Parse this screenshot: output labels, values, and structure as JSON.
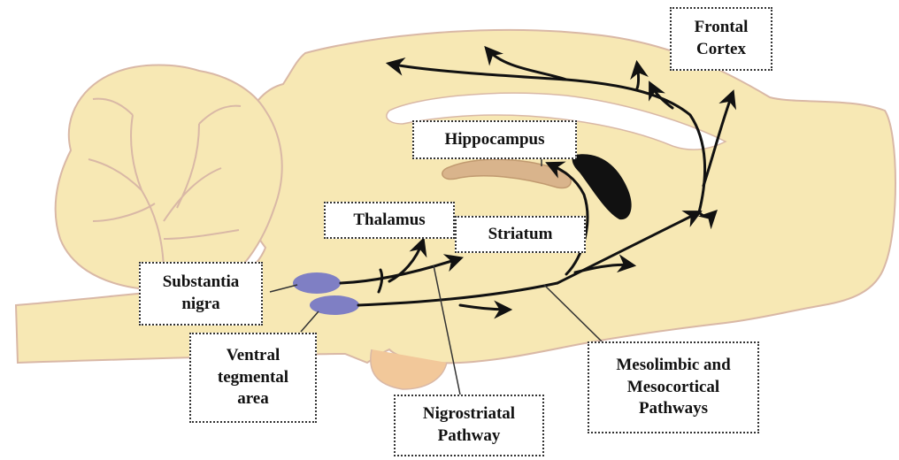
{
  "colors": {
    "brain_fill": "#f7e8b4",
    "brain_outline": "#d9b8a6",
    "pathway": "#111111",
    "nucleus": "#7f7fc4",
    "hippocampus": "#d9b48c",
    "ventricle": "#111111",
    "label_border": "#333333"
  },
  "labels": {
    "frontal_cortex": [
      "Frontal",
      "Cortex"
    ],
    "hippocampus": [
      "Hippocampus"
    ],
    "thalamus": [
      "Thalamus"
    ],
    "striatum": [
      "Striatum"
    ],
    "substantia_nigra": [
      "Substantia",
      "nigra"
    ],
    "ventral_tegmental_area": [
      "Ventral",
      "tegmental",
      "area"
    ],
    "nigrostriatal_pathway": [
      "Nigrostriatal",
      "Pathway"
    ],
    "mesolimbic_mesocortical": [
      "Mesolimbic and",
      "Mesocortical",
      "Pathways"
    ]
  }
}
